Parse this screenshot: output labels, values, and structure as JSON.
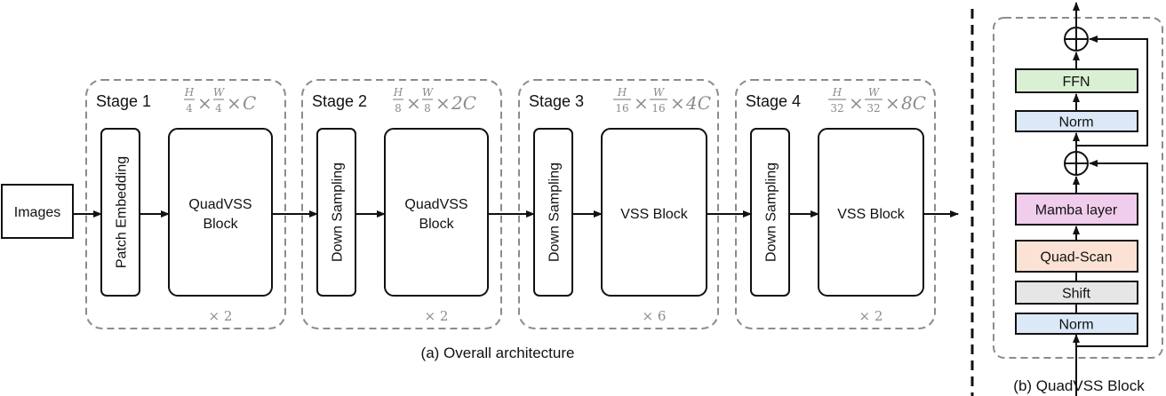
{
  "input": {
    "label": "Images"
  },
  "stages": [
    {
      "title": "Stage 1",
      "dims": {
        "h": "H",
        "w": "W",
        "den": "4",
        "ch": "C"
      },
      "first_block": "Patch Embedding",
      "main_block": [
        "QuadVSS",
        "Block"
      ],
      "repeat": "× 2"
    },
    {
      "title": "Stage 2",
      "dims": {
        "h": "H",
        "w": "W",
        "den": "8",
        "ch": "2C"
      },
      "first_block": "Down Sampling",
      "main_block": [
        "QuadVSS",
        "Block"
      ],
      "repeat": "× 2"
    },
    {
      "title": "Stage 3",
      "dims": {
        "h": "H",
        "w": "W",
        "den": "16",
        "ch": "4C"
      },
      "first_block": "Down Sampling",
      "main_block": [
        "VSS Block"
      ],
      "repeat": "× 6"
    },
    {
      "title": "Stage 4",
      "dims": {
        "h": "H",
        "w": "W",
        "den": "32",
        "ch": "8C"
      },
      "first_block": "Down Sampling",
      "main_block": [
        "VSS Block"
      ],
      "repeat": "× 2"
    }
  ],
  "times_symbol": "×",
  "caption_a": "(a) Overall architecture",
  "quadvss": {
    "blocks": [
      {
        "label": "FFN",
        "color": "#d9f0d3"
      },
      {
        "label": "Norm",
        "color": "#dae8f7"
      },
      {
        "label": "Mamba layer",
        "color": "#f0cdec"
      },
      {
        "label": "Quad-Scan",
        "color": "#fbe2d5"
      },
      {
        "label": "Shift",
        "color": "#e6e6e6"
      },
      {
        "label": "Norm",
        "color": "#dae8f7"
      }
    ],
    "add_symbol": "⊕"
  },
  "caption_b": "(b) QuadVSS Block",
  "colors": {
    "stroke": "#111111",
    "dashed": "#8c8c8c",
    "math": "#8c8c8c"
  }
}
